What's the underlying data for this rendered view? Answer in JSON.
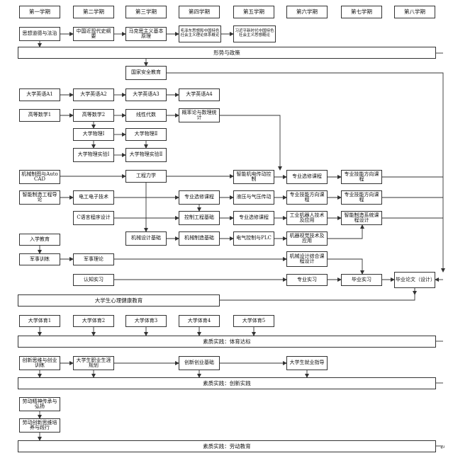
{
  "diagram": {
    "semesters": [
      "第一学期",
      "第二学期",
      "第三学期",
      "第四学期",
      "第五学期",
      "第六学期",
      "第七学期",
      "第八学期"
    ],
    "courses": {
      "sixiang_daode": "思想道德与法治",
      "jindaishi": "中国近现代史纲要",
      "makesi": "马克思主义基本原理",
      "maogai": "毛泽东思想和中国特色社会主义理论体系概论",
      "xi_gailun": "习近平新时代中国特色社会主义思想概论",
      "xingshi_zhengce": "形势与政策",
      "guojia_anquan": "国家安全教育",
      "english1": "大学英语A1",
      "english2": "大学英语A2",
      "english3": "大学英语A3",
      "english4": "大学英语A4",
      "math1": "高等数学1",
      "math2": "高等数学2",
      "linear_algebra": "线性代数",
      "probability": "概率论与数理统计",
      "physics1": "大学物理Ⅰ",
      "physics2": "大学物理Ⅱ",
      "physics_lab1": "大学物理实验Ⅰ",
      "physics_lab2": "大学物理实验Ⅱ",
      "drawing_cad": "机械制图与AutoCAD",
      "engineering_mechanics": "工程力学",
      "mechatronic_control": "智能机电传动控制",
      "elective_5a": "专业选修课程",
      "direction_7a": "专业技能方向课程",
      "intelligent_mfg_intro": "智能制造工程导论",
      "electronics": "电工电子技术",
      "elective_4a": "专业选修课程",
      "hydraulics": "液压与气压传动",
      "direction_6b": "专业技能方向课程",
      "direction_7b": "专业技能方向课程",
      "c_programming": "C语言程序设计",
      "control_engineering": "控制工程基础",
      "elective_5b": "专业选修课程",
      "robotics": "工业机器人技术及应用",
      "mfg_system_design": "智能制造系统课程设计",
      "machine_design_basics": "机械设计基础",
      "mfg_basics": "机械制造基础",
      "electrical_plc": "电气控制与PLC",
      "machine_vision": "机器视觉技术及应用",
      "enrollment_edu": "入学教育",
      "military_training": "军事训练",
      "military_theory": "军事理论",
      "machine_design_project": "机械设计综合课程设计",
      "cognition_practice": "认知实习",
      "professional_practice": "专业实习",
      "graduation_practice": "毕业实习",
      "thesis": "毕业论文（设计）",
      "mental_health": "大学生心理健康教育",
      "pe1": "大学体育1",
      "pe2": "大学体育2",
      "pe3": "大学体育3",
      "pe4": "大学体育4",
      "pe5": "大学体育5",
      "pe_standard": "素质实践：体育达标",
      "innovative_thinking": "创新思维与创业训练",
      "career_planning": "大学生职业生涯规划",
      "innovation_basics": "创新创业基础",
      "employment_guidance": "大学生就业指导",
      "innovation_practice": "素质实践：创新实践",
      "labor_spirit": "劳动精神传承与弘扬",
      "labor_innovation": "劳动创新思维培养与践行",
      "labor_education": "素质实践：劳动教育"
    },
    "return_mark": "↵"
  }
}
